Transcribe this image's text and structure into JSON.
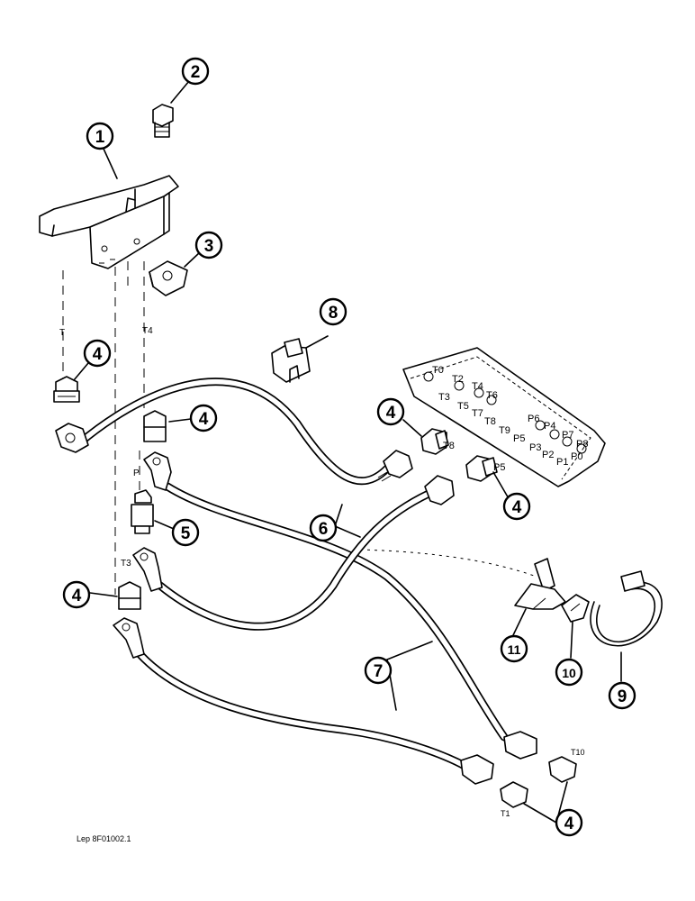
{
  "callouts": [
    {
      "id": "c1",
      "label": "1"
    },
    {
      "id": "c2",
      "label": "2"
    },
    {
      "id": "c3",
      "label": "3"
    },
    {
      "id": "c4a",
      "label": "4"
    },
    {
      "id": "c4b",
      "label": "4"
    },
    {
      "id": "c4c",
      "label": "4"
    },
    {
      "id": "c4d",
      "label": "4"
    },
    {
      "id": "c4e",
      "label": "4"
    },
    {
      "id": "c4f",
      "label": "4"
    },
    {
      "id": "c5",
      "label": "5"
    },
    {
      "id": "c6",
      "label": "6"
    },
    {
      "id": "c7",
      "label": "7"
    },
    {
      "id": "c8",
      "label": "8"
    },
    {
      "id": "c9",
      "label": "9"
    },
    {
      "id": "c10",
      "label": "10"
    },
    {
      "id": "c11",
      "label": "11"
    }
  ],
  "line_labels": {
    "t": "T",
    "t4": "T4",
    "p": "P",
    "t3": "T3",
    "t8": "T8",
    "p5": "P5",
    "t10": "T10",
    "t11": "T1"
  },
  "valve_ports": {
    "t0": "T0",
    "t2": "T2",
    "t4": "T4",
    "t6": "T6",
    "t3": "T3",
    "t5": "T5",
    "t7": "T7",
    "t8": "T8",
    "t9": "T9",
    "p5": "P5",
    "p6": "P6",
    "p4": "P4",
    "p7": "P7",
    "p8": "P8",
    "p3": "P3",
    "p2": "P2",
    "p1": "P1",
    "p0": "P0"
  },
  "reference": "Lep 8F01002.1"
}
